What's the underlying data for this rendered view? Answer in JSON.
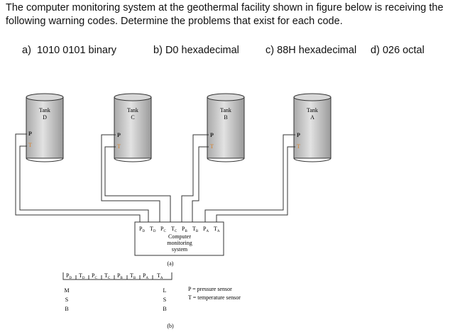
{
  "problem": {
    "text": "The computer monitoring system at the geothermal facility shown in figure below is receiving the following warning codes. Determine the problems that exist for each code."
  },
  "parts": [
    {
      "label": "a)",
      "value": "1010 0101 binary"
    },
    {
      "label": "b)",
      "value": "D0 hexadecimal"
    },
    {
      "label": "c)",
      "value": "88H hexadecimal"
    },
    {
      "label": "d)",
      "value": "026 octal"
    }
  ],
  "tanks": [
    {
      "word": "Tank",
      "letter": "D",
      "p": "P",
      "t": "T"
    },
    {
      "word": "Tank",
      "letter": "C",
      "p": "P",
      "t": "T"
    },
    {
      "word": "Tank",
      "letter": "B",
      "p": "P",
      "t": "T"
    },
    {
      "word": "Tank",
      "letter": "A",
      "p": "P",
      "t": "T"
    }
  ],
  "inputs": [
    {
      "base": "P",
      "sub": "D"
    },
    {
      "base": "T",
      "sub": "D"
    },
    {
      "base": "P",
      "sub": "C"
    },
    {
      "base": "T",
      "sub": "C"
    },
    {
      "base": "P",
      "sub": "B"
    },
    {
      "base": "T",
      "sub": "B"
    },
    {
      "base": "P",
      "sub": "A"
    },
    {
      "base": "T",
      "sub": "A"
    }
  ],
  "computer": {
    "line1": "Computer",
    "line2": "monitoring",
    "line3": "system"
  },
  "captions": {
    "a": "(a)",
    "b": "(b)"
  },
  "msb": [
    "M",
    "S",
    "B"
  ],
  "lsb": [
    "L",
    "S",
    "B"
  ],
  "legend": {
    "p": "P = pressure sensor",
    "t": "T = temperature sensor"
  },
  "colors": {
    "temp_sensor": "#d9822b",
    "pressure_sensor": "#222222",
    "tank_fill": "#c8c8c8"
  }
}
